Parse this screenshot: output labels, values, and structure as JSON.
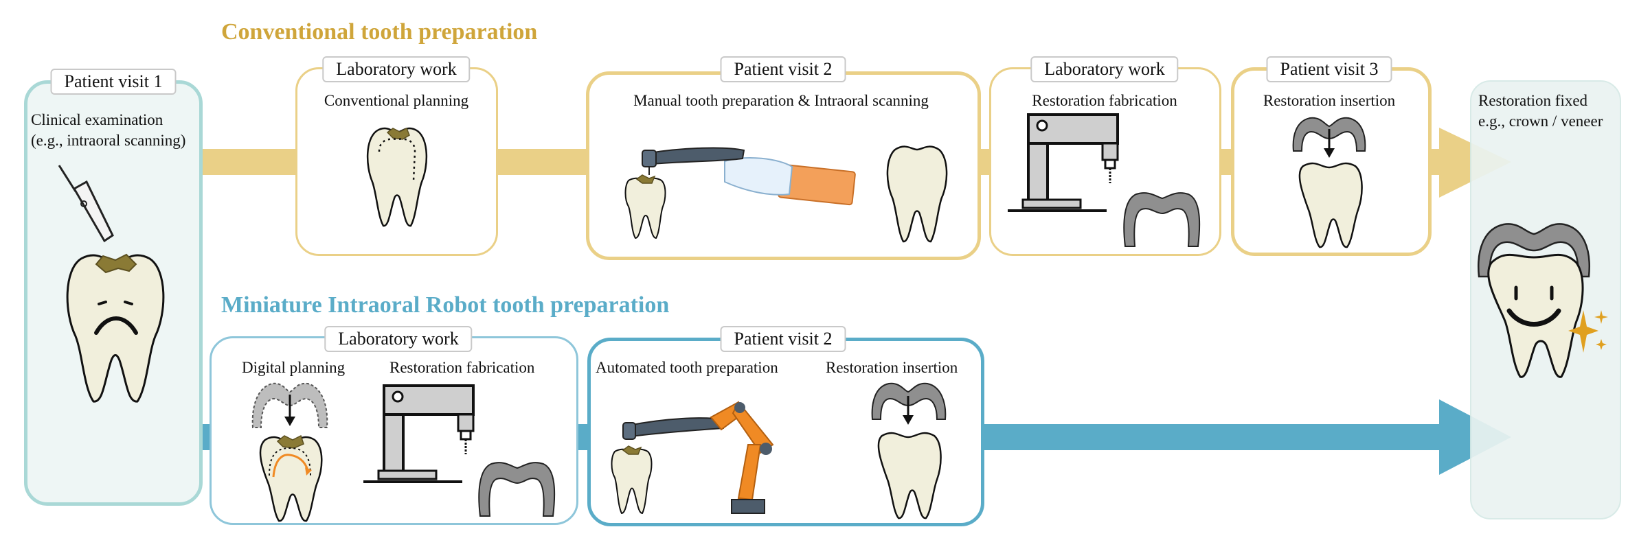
{
  "colors": {
    "conventional": "#cfa53a",
    "robot": "#5aacc8",
    "tooth": "#f1efdc",
    "caries": "#8a7a35",
    "crown": "#8f8f8f",
    "orange": "#f08a24"
  },
  "conventional": {
    "title": "Conventional tooth preparation",
    "stages": [
      {
        "tab": "Laboratory work",
        "captions": [
          "Conventional planning"
        ]
      },
      {
        "tab": "Patient visit 2",
        "captions": [
          "Manual tooth preparation & Intraoral scanning"
        ]
      },
      {
        "tab": "Laboratory work",
        "captions": [
          "Restoration fabrication"
        ]
      },
      {
        "tab": "Patient visit 3",
        "captions": [
          "Restoration insertion"
        ]
      }
    ]
  },
  "robot": {
    "title": "Miniature Intraoral Robot tooth preparation",
    "stages": [
      {
        "tab": "Laboratory work",
        "captions": [
          "Digital planning",
          "Restoration fabrication"
        ]
      },
      {
        "tab": "Patient visit 2",
        "captions": [
          "Automated tooth preparation",
          "Restoration insertion"
        ]
      }
    ]
  },
  "start": {
    "tab": "Patient visit 1",
    "caption_lines": [
      "Clinical examination",
      "(e.g., intraoral scanning)"
    ]
  },
  "end": {
    "caption_lines": [
      "Restoration fixed",
      "e.g., crown / veneer"
    ]
  }
}
